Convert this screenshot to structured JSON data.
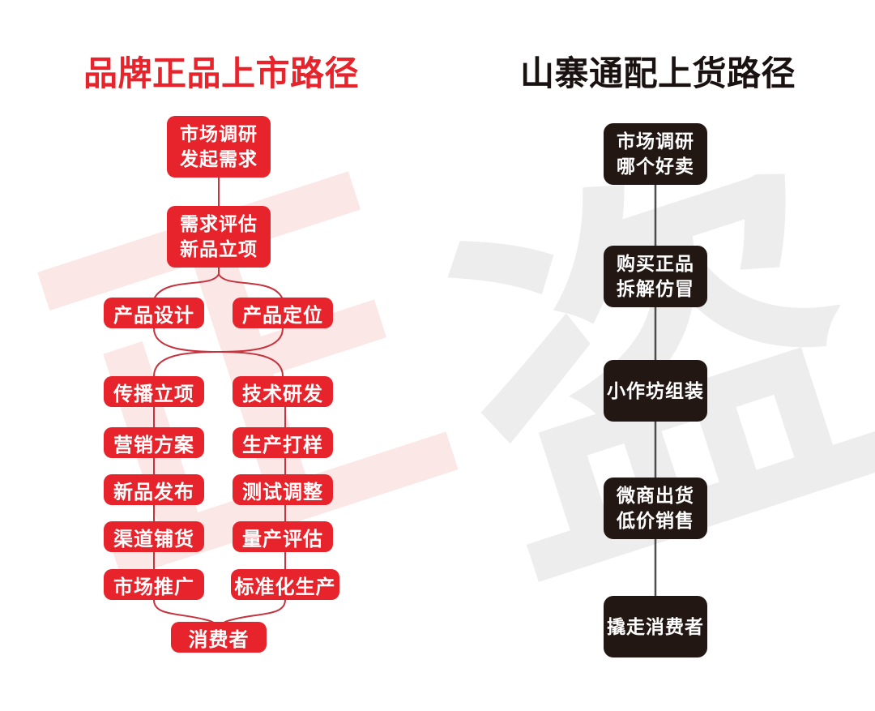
{
  "colors": {
    "brand_red": "#e7232b",
    "flow_black": "#221713",
    "connector_red": "#c5333e",
    "connector_gray": "#4d4d4d",
    "watermark_pink": "#fae7e6",
    "watermark_gray": "#ededed",
    "background": "#ffffff",
    "node_text": "#ffffff"
  },
  "watermarks": {
    "left_char": "正",
    "right_char": "盗"
  },
  "left_flow": {
    "title": "品牌正品上市路径",
    "nodes": [
      {
        "label": "市场调研\n发起需求"
      },
      {
        "label": "需求评估\n新品立项"
      },
      {
        "label": "产品设计"
      },
      {
        "label": "产品定位"
      },
      {
        "label": "传播立项"
      },
      {
        "label": "技术研发"
      },
      {
        "label": "营销方案"
      },
      {
        "label": "生产打样"
      },
      {
        "label": "新品发布"
      },
      {
        "label": "测试调整"
      },
      {
        "label": "渠道铺货"
      },
      {
        "label": "量产评估"
      },
      {
        "label": "市场推广"
      },
      {
        "label": "标准化生产"
      },
      {
        "label": "消费者"
      }
    ]
  },
  "right_flow": {
    "title": "山寨通配上货路径",
    "nodes": [
      {
        "label": "市场调研\n哪个好卖"
      },
      {
        "label": "购买正品\n拆解仿冒"
      },
      {
        "label": "小作坊组装"
      },
      {
        "label": "微商出货\n低价销售"
      },
      {
        "label": "撬走消费者"
      }
    ]
  }
}
